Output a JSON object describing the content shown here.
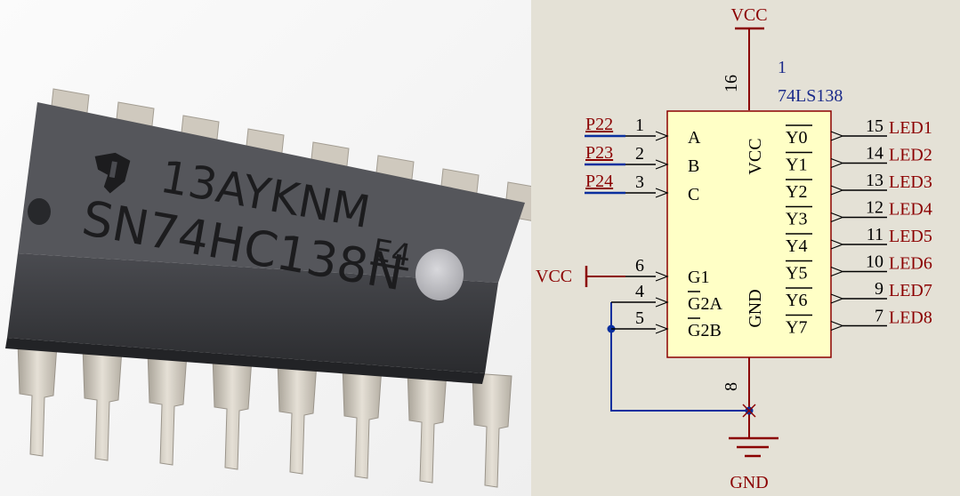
{
  "photo": {
    "chip_line1": "13AYKNM",
    "chip_line2": "SN74HC138N",
    "chip_suffix": "E4",
    "colors": {
      "body": "#3a3b3f",
      "leg": "#c9c3b8",
      "text": "#1c1c1e"
    }
  },
  "schematic": {
    "colors": {
      "background": "#e4e1d6",
      "wire": "#000000",
      "power": "#8b0000",
      "net_blue": "#0a2f9e",
      "component_fill": "#ffffc6",
      "component_stroke": "#8b0000",
      "text_red": "#8b0000",
      "text_blue": "#1a2a8a"
    },
    "designator": "1",
    "part": "74LS138",
    "power": {
      "vcc_top": "VCC",
      "vcc_left": "VCC",
      "gnd": "GND"
    },
    "body_pins": {
      "vcc": "VCC",
      "gnd": "GND"
    },
    "vcc_pin_number": "16",
    "gnd_pin_number": "8",
    "inputs": [
      {
        "net": "P22",
        "pin": "1",
        "label": "A"
      },
      {
        "net": "P23",
        "pin": "2",
        "label": "B"
      },
      {
        "net": "P24",
        "pin": "3",
        "label": "C"
      }
    ],
    "enables": [
      {
        "pin": "6",
        "label": "G1",
        "bar": "",
        "rest": "G1"
      },
      {
        "pin": "4",
        "label": "G2A",
        "bar": "G",
        "rest": "2A"
      },
      {
        "pin": "5",
        "label": "G2B",
        "bar": "G",
        "rest": "2B"
      }
    ],
    "outputs": [
      {
        "label": "Y0",
        "pin": "15",
        "net": "LED1"
      },
      {
        "label": "Y1",
        "pin": "14",
        "net": "LED2"
      },
      {
        "label": "Y2",
        "pin": "13",
        "net": "LED3"
      },
      {
        "label": "Y3",
        "pin": "12",
        "net": "LED4"
      },
      {
        "label": "Y4",
        "pin": "11",
        "net": "LED5"
      },
      {
        "label": "Y5",
        "pin": "10",
        "net": "LED6"
      },
      {
        "label": "Y6",
        "pin": "9",
        "net": "LED7"
      },
      {
        "label": "Y7",
        "pin": "7",
        "net": "LED8"
      }
    ]
  }
}
